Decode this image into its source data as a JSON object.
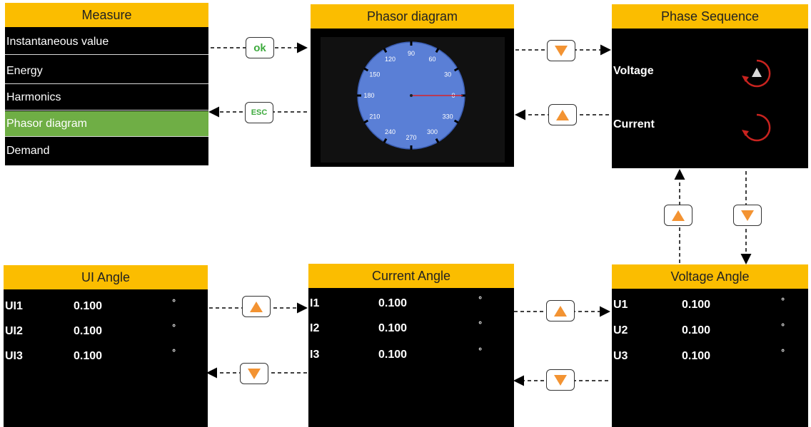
{
  "measure": {
    "title": "Measure",
    "items": [
      "Instantaneous value",
      "Energy",
      "Harmonics",
      "Phasor diagram",
      "Demand"
    ],
    "selected_index": 3
  },
  "phasor": {
    "title": "Phasor diagram",
    "dial_labels": [
      "90",
      "60",
      "30",
      "0",
      "330",
      "300",
      "270",
      "240",
      "210",
      "180",
      "150",
      "120"
    ],
    "pointer_angle": 0
  },
  "phase_sequence": {
    "title": "Phase Sequence",
    "voltage_label": "Voltage",
    "current_label": "Current"
  },
  "ui_angle": {
    "title": "UI Angle",
    "rows": [
      {
        "label": "UI1",
        "value": "0.100",
        "unit": "°"
      },
      {
        "label": "UI2",
        "value": "0.100",
        "unit": "°"
      },
      {
        "label": "UI3",
        "value": "0.100",
        "unit": "°"
      }
    ]
  },
  "current_angle": {
    "title": "Current Angle",
    "rows": [
      {
        "label": "I1",
        "value": "0.100",
        "unit": "°"
      },
      {
        "label": "I2",
        "value": "0.100",
        "unit": "°"
      },
      {
        "label": "I3",
        "value": "0.100",
        "unit": "°"
      }
    ]
  },
  "voltage_angle": {
    "title": "Voltage Angle",
    "rows": [
      {
        "label": "U1",
        "value": "0.100",
        "unit": "°"
      },
      {
        "label": "U2",
        "value": "0.100",
        "unit": "°"
      },
      {
        "label": "U3",
        "value": "0.100",
        "unit": "°"
      }
    ]
  },
  "buttons": {
    "ok": "ok",
    "esc": "ESC"
  },
  "colors": {
    "header": "#fbbd00",
    "selected": "#6fae45",
    "arrow_key": "#f39332",
    "dial": "#5a7fd6",
    "pointer": "#d8232a"
  }
}
